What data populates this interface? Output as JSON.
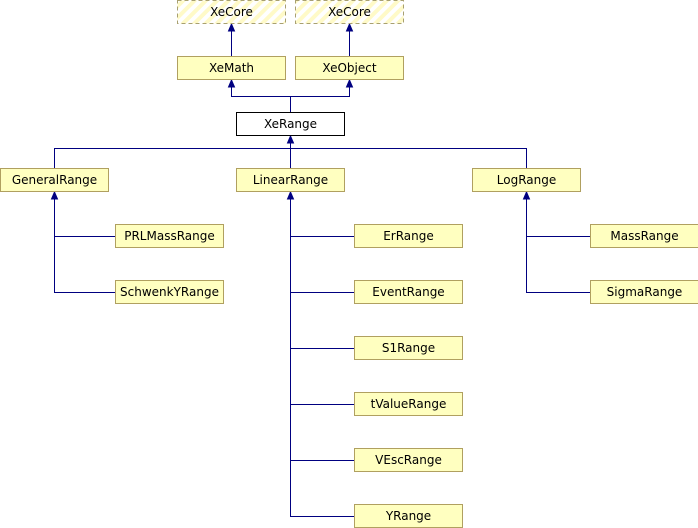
{
  "diagram": {
    "type": "class-inheritance-graph",
    "colors": {
      "edge": "#000080",
      "node_fill": "#ffffc0",
      "node_border": "#b0a060",
      "external_border": "#a8a070",
      "focus_fill": "#ffffff",
      "focus_border": "#000000",
      "hatch": "#fffac8"
    },
    "nodes": [
      {
        "id": "xecore1",
        "label": "XeCore",
        "kind": "external"
      },
      {
        "id": "xecore2",
        "label": "XeCore",
        "kind": "external"
      },
      {
        "id": "xemath",
        "label": "XeMath",
        "kind": "class"
      },
      {
        "id": "xeobject",
        "label": "XeObject",
        "kind": "class"
      },
      {
        "id": "xerange",
        "label": "XeRange",
        "kind": "focus"
      },
      {
        "id": "generalrange",
        "label": "GeneralRange",
        "kind": "class"
      },
      {
        "id": "linearrange",
        "label": "LinearRange",
        "kind": "class"
      },
      {
        "id": "logrange",
        "label": "LogRange",
        "kind": "class"
      },
      {
        "id": "prlmassrange",
        "label": "PRLMassRange",
        "kind": "class"
      },
      {
        "id": "schwenkyrange",
        "label": "SchwenkYRange",
        "kind": "class"
      },
      {
        "id": "errange",
        "label": "ErRange",
        "kind": "class"
      },
      {
        "id": "eventrange",
        "label": "EventRange",
        "kind": "class"
      },
      {
        "id": "s1range",
        "label": "S1Range",
        "kind": "class"
      },
      {
        "id": "tvaluerange",
        "label": "tValueRange",
        "kind": "class"
      },
      {
        "id": "vescrange",
        "label": "VEscRange",
        "kind": "class"
      },
      {
        "id": "yrange",
        "label": "YRange",
        "kind": "class"
      },
      {
        "id": "massrange",
        "label": "MassRange",
        "kind": "class"
      },
      {
        "id": "sigmarange",
        "label": "SigmaRange",
        "kind": "class"
      }
    ],
    "edges": [
      {
        "from": "xemath",
        "to": "xecore1"
      },
      {
        "from": "xeobject",
        "to": "xecore2"
      },
      {
        "from": "xerange",
        "to": "xemath"
      },
      {
        "from": "xerange",
        "to": "xeobject"
      },
      {
        "from": "generalrange",
        "to": "xerange"
      },
      {
        "from": "linearrange",
        "to": "xerange"
      },
      {
        "from": "logrange",
        "to": "xerange"
      },
      {
        "from": "prlmassrange",
        "to": "generalrange"
      },
      {
        "from": "schwenkyrange",
        "to": "generalrange"
      },
      {
        "from": "errange",
        "to": "linearrange"
      },
      {
        "from": "eventrange",
        "to": "linearrange"
      },
      {
        "from": "s1range",
        "to": "linearrange"
      },
      {
        "from": "tvaluerange",
        "to": "linearrange"
      },
      {
        "from": "vescrange",
        "to": "linearrange"
      },
      {
        "from": "yrange",
        "to": "linearrange"
      },
      {
        "from": "massrange",
        "to": "logrange"
      },
      {
        "from": "sigmarange",
        "to": "logrange"
      }
    ]
  }
}
